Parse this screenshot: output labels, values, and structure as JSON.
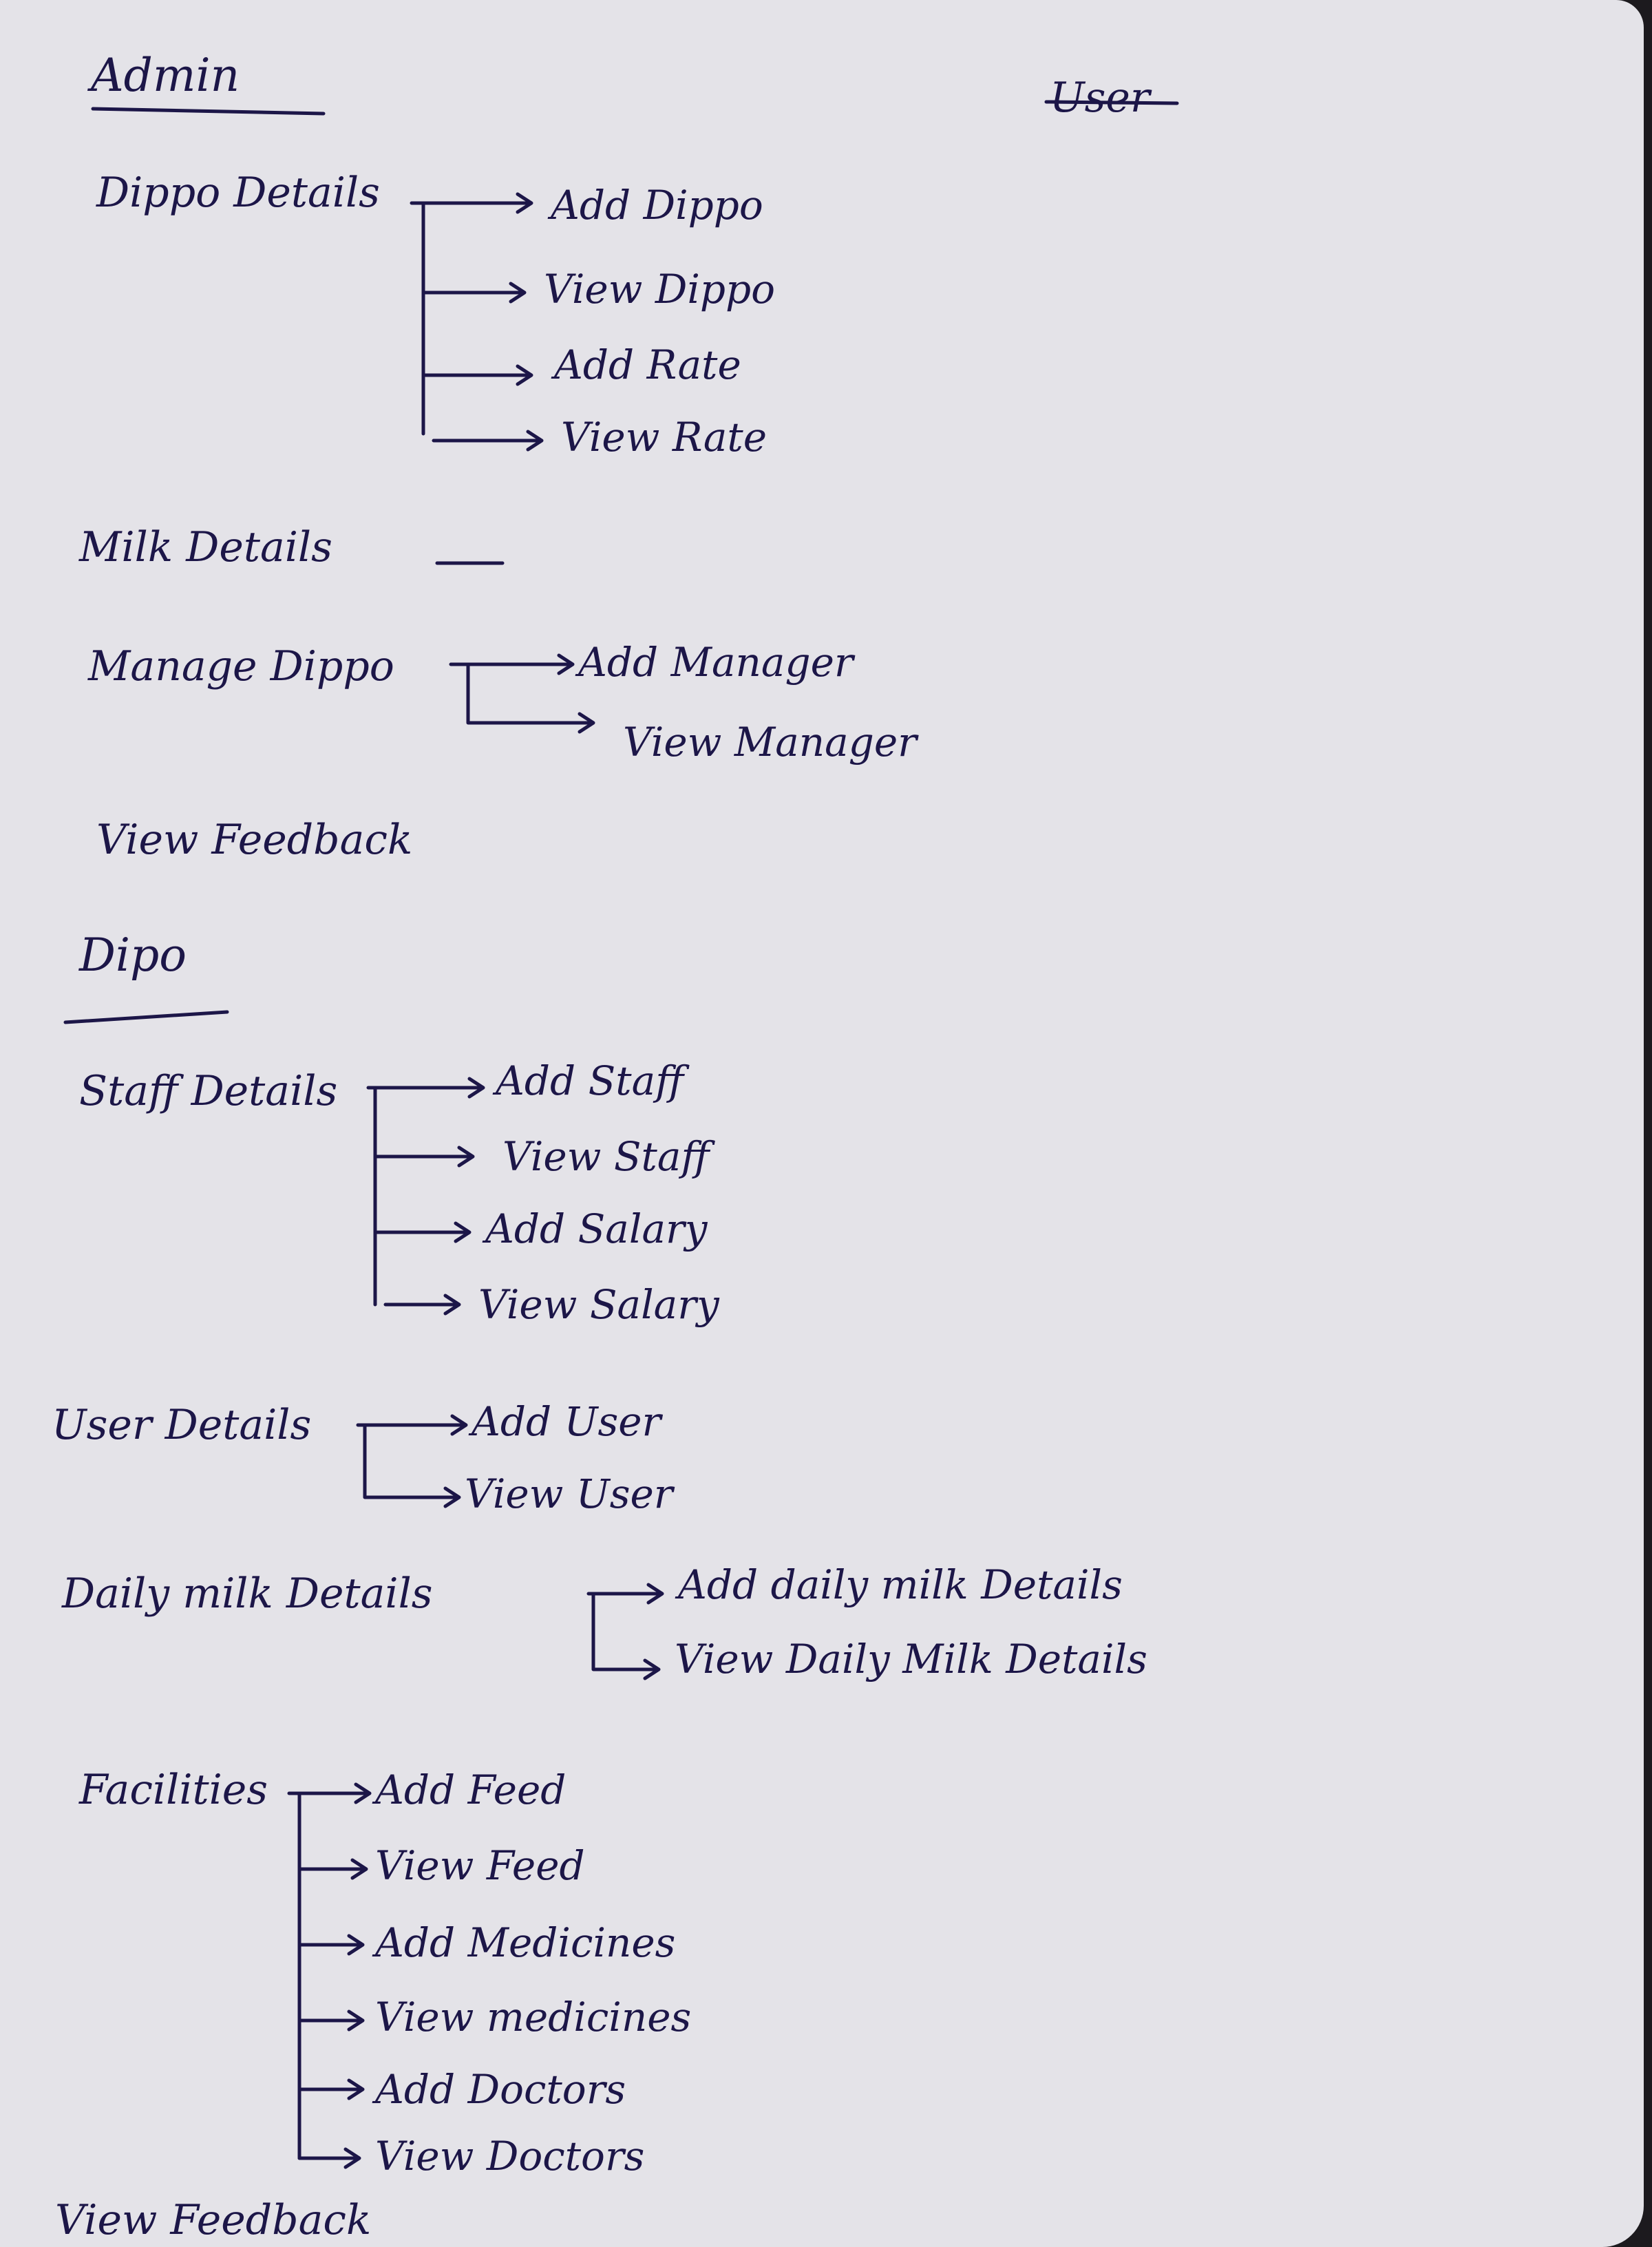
{
  "sections": [
    {
      "title": "Admin",
      "items": [
        {
          "label": "Dippo Details",
          "children": [
            "Add Dippo",
            "View Dippo",
            "Add Rate",
            "View Rate"
          ]
        },
        {
          "label": "Milk Details",
          "children": []
        },
        {
          "label": "Manage Dippo",
          "children": [
            "Add Manager",
            "View Manager"
          ]
        },
        {
          "label": "View Feedback",
          "children": []
        }
      ]
    },
    {
      "title": "Dipo",
      "items": [
        {
          "label": "Staff Details",
          "children": [
            "Add Staff",
            "View Staff",
            "Add Salary",
            "View Salary"
          ]
        },
        {
          "label": "User Details",
          "children": [
            "Add User",
            "View User"
          ]
        },
        {
          "label": "Daily milk Details",
          "children": [
            "Add daily milk Details",
            "View Daily Milk Details"
          ]
        },
        {
          "label": "Facilities",
          "children": [
            "Add Feed",
            "View Feed",
            "Add Medicines",
            "View medicines",
            "Add Doctors",
            "View Doctors"
          ]
        },
        {
          "label": "View Feedback",
          "children": []
        }
      ]
    }
  ],
  "crossed_out_text": "User",
  "colors": {
    "paper": "#e4e3e8",
    "ink": "#1c1648",
    "background": "#1c1a1e"
  }
}
